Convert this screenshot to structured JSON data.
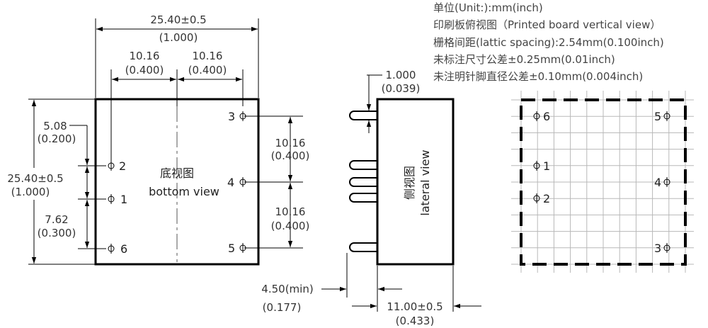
{
  "notes": [
    "单位(Unit:):mm(inch)",
    "印刷板俯视图（Printed board vertical view）",
    "栅格间距(lattic spacing):2.54mm(0.100inch)",
    "未标注尺寸公差±0.25mm(0.01inch)",
    "未注明针脚直径公差±0.10mm(0.004inch)"
  ],
  "bottom_view": {
    "title_cn": "底视图",
    "title_en": "bottom view",
    "width_mm": "25.40±0.5",
    "width_in": "(1.000)",
    "top_left_mm": "10.16",
    "top_left_in": "(0.400)",
    "top_right_mm": "10.16",
    "top_right_in": "(0.400)",
    "height_mm": "25.40±0.5",
    "height_in": "(1.000)",
    "left_upper_mm": "5.08",
    "left_upper_in": "(0.200)",
    "left_lower_mm": "7.62",
    "left_lower_in": "(0.300)",
    "right_upper_mm": "10.16",
    "right_upper_in": "(0.400)",
    "right_lower_mm": "10.16",
    "right_lower_in": "(0.400)",
    "pins": [
      "2",
      "1",
      "6",
      "3",
      "4",
      "5"
    ]
  },
  "lateral_view": {
    "title_cn": "侧视图",
    "title_en": "lateral view",
    "pin_mm": "1.000",
    "pin_in": "(0.039)",
    "pin_len_mm": "4.50(min)",
    "pin_len_in": "(0.177)",
    "depth_mm": "11.00±0.5",
    "depth_in": "(0.433)"
  },
  "pcb_view": {
    "pins": [
      "6",
      "1",
      "2",
      "5",
      "4",
      "3"
    ]
  }
}
